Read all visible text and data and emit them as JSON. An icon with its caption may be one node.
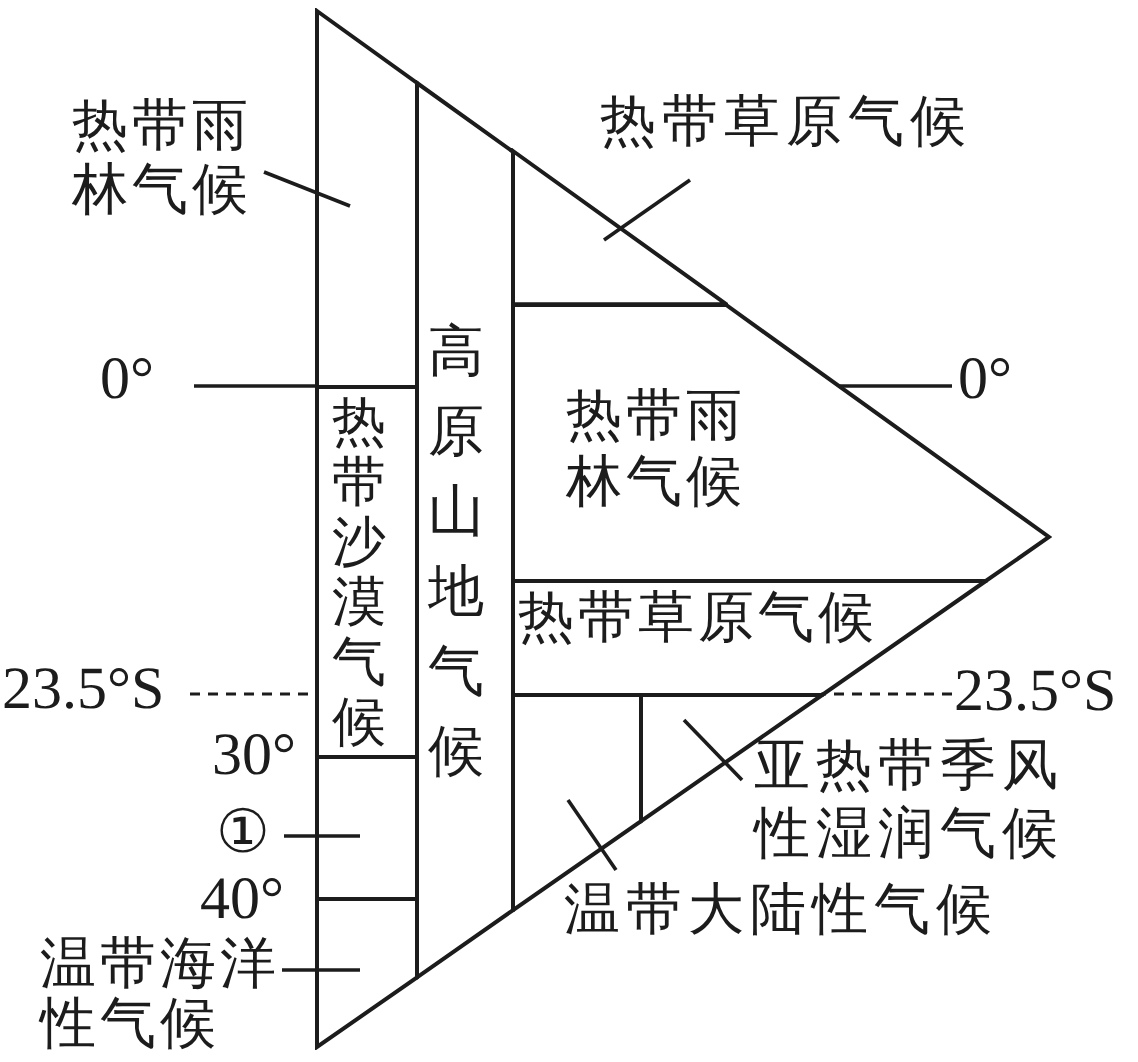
{
  "diagram": {
    "nodes": [
      {
        "text": [
          "热带雨林气候"
        ]
      },
      {
        "text": [
          "热带草原气候"
        ]
      },
      {
        "text": [],
        "shape": "trapezoid"
      },
      {
        "text": [],
        "shape": "triangle"
      },
      {
        "text": [
          "高原山地气候"
        ]
      },
      {
        "text": [
          "0°"
        ]
      },
      {
        "text": [
          "热带雨林气候"
        ]
      },
      {
        "text": [
          "0°"
        ]
      },
      {
        "text": [
          "热带沙漠气候"
        ]
      },
      {
        "text": [
          "热带草原气候"
        ]
      },
      {
        "text": [
          "23.5°S"
        ]
      },
      {
        "text": [
          "23.5°S"
        ]
      },
      {
        "text": [],
        "shape": "box"
      },
      {
        "text": [
          "①"
        ]
      },
      {
        "text": [],
        "shape": "triangle"
      },
      {
        "text": [
          "亚热带季风性湿润气候"
        ]
      },
      {
        "text": [],
        "shape": "trapezoid"
      },
      {
        "text": [],
        "shape": "trapezoid"
      },
      {
        "text": [
          "温带大陆性气候"
        ]
      },
      {
        "text": [
          "温带海洋性气候"
        ]
      }
    ],
    "edges": [
      {
        "from": 0,
        "to": 2,
        "arrow": "none"
      },
      {
        "from": 1,
        "to": 3,
        "arrow": "none"
      },
      {
        "from": 5,
        "to": 2,
        "arrow": "none"
      },
      {
        "from": 7,
        "to": 6,
        "arrow": "none"
      },
      {
        "from": 10,
        "to": 8,
        "arrow": "none",
        "style": "dashed"
      },
      {
        "from": 11,
        "to": 9,
        "arrow": "none",
        "style": "dashed"
      },
      {
        "from": 13,
        "to": 12,
        "arrow": "none"
      },
      {
        "from": 15,
        "to": 14,
        "arrow": "none"
      },
      {
        "from": 18,
        "to": 16,
        "arrow": "none"
      },
      {
        "from": 19,
        "to": 17,
        "arrow": "none"
      }
    ],
    "labels": [
      "30°",
      "40°"
    ]
  }
}
